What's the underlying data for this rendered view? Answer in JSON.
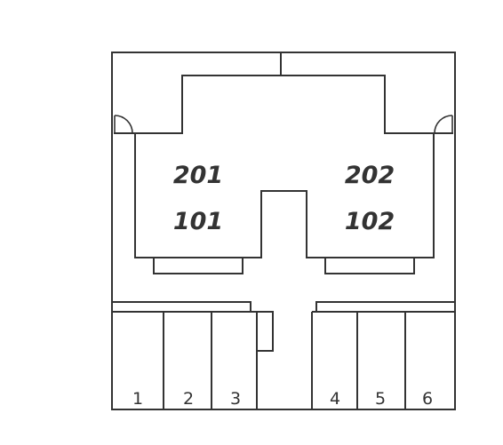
{
  "units": {
    "left_upper": "201",
    "left_lower": "101",
    "right_upper": "202",
    "right_lower": "102"
  },
  "parking_bays": [
    "1",
    "2",
    "3",
    "4",
    "5",
    "6"
  ],
  "colors": {
    "line": "#333333",
    "background": "#ffffff"
  }
}
